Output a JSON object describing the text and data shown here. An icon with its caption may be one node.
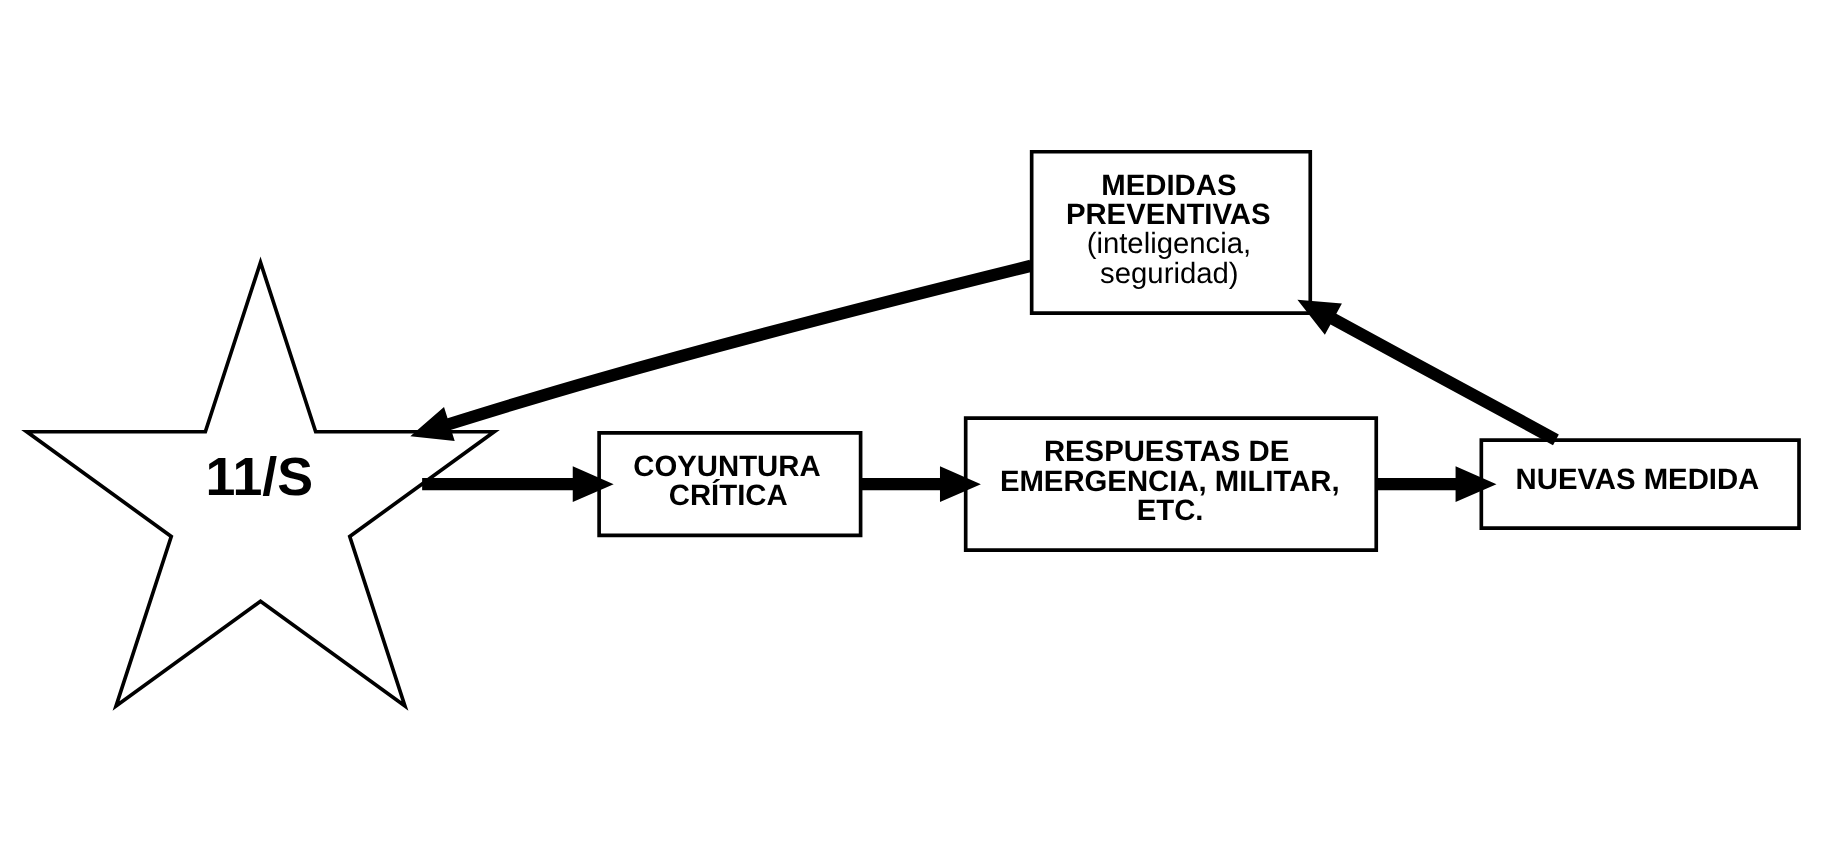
{
  "diagram": {
    "nodes": [
      {
        "text": [
          "MEDIDAS PREVENTIVAS",
          "(inteligencia, seguridad)"
        ]
      },
      {
        "text": [
          "11/S"
        ]
      },
      {
        "text": [
          "COYUNTURA CRÍTICA"
        ]
      },
      {
        "text": [
          "RESPUESTAS DE EMERGENCIA, MILITAR, ETC."
        ]
      },
      {
        "text": [
          "NUEVAS MEDIDA"
        ]
      }
    ],
    "edges": [
      {
        "from": 0,
        "to": 1,
        "arrow": "to"
      },
      {
        "from": 1,
        "to": 2,
        "arrow": "to"
      },
      {
        "from": 2,
        "to": 3,
        "arrow": "to"
      },
      {
        "from": 3,
        "to": 4,
        "arrow": "to"
      },
      {
        "from": 4,
        "to": 0,
        "arrow": "to"
      }
    ]
  }
}
